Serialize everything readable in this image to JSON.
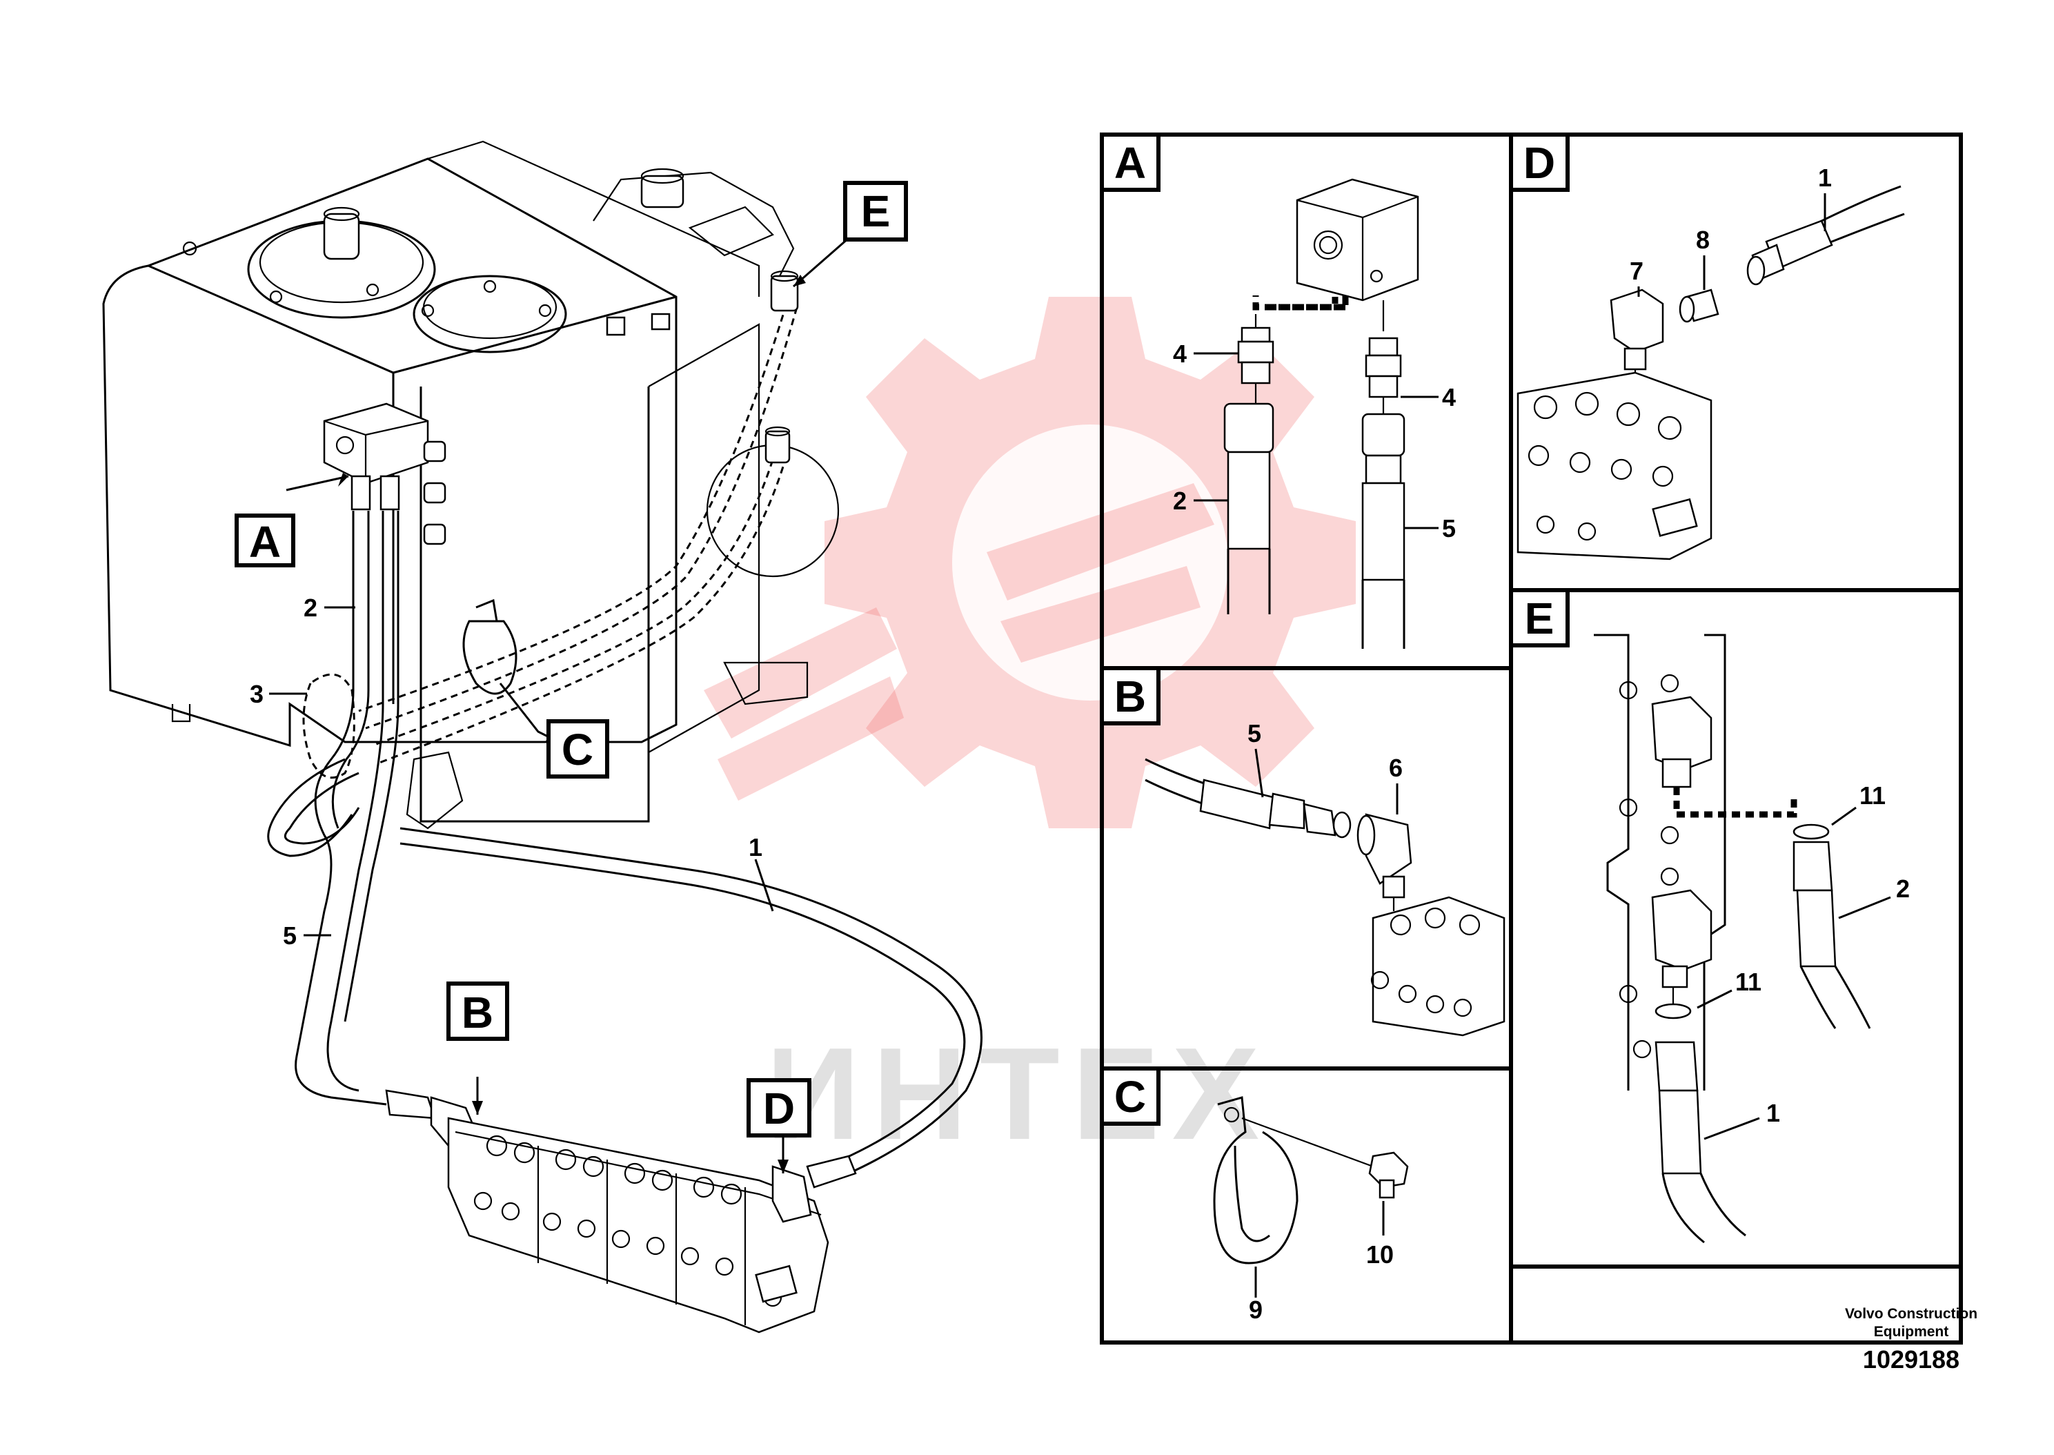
{
  "callouts": {
    "main": {
      "c1": "1",
      "c2": "2",
      "c3": "3",
      "c5": "5"
    },
    "detail_a": {
      "c4_left": "4",
      "c4_right": "4",
      "c2": "2",
      "c5": "5"
    },
    "detail_b": {
      "c5": "5",
      "c6": "6"
    },
    "detail_c": {
      "c9": "9",
      "c10": "10"
    },
    "detail_d": {
      "c1": "1",
      "c7": "7",
      "c8": "8"
    },
    "detail_e": {
      "c11_top": "11",
      "c11_bottom": "11",
      "c2": "2",
      "c1": "1"
    }
  },
  "detail_letters": {
    "A": "A",
    "B": "B",
    "C": "C",
    "D": "D",
    "E": "E"
  },
  "watermark_text": "ИНТЕХ",
  "footer": {
    "line1": "Volvo Construction",
    "line2": "Equipment",
    "doc_number": "1029188"
  },
  "colors": {
    "watermark": "#f26b6b",
    "ink": "#000000"
  }
}
